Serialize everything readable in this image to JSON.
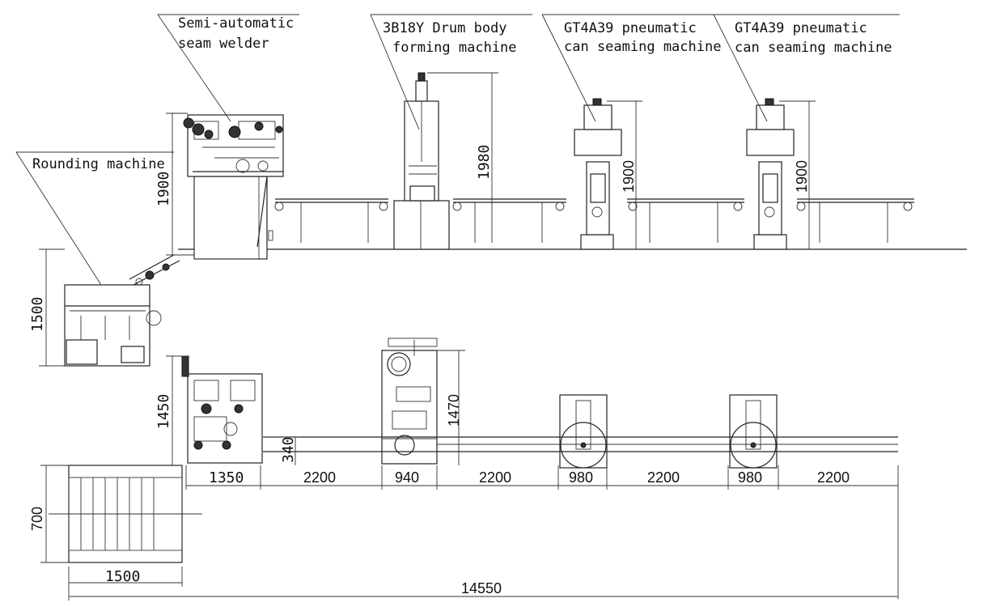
{
  "labels": {
    "semi_welder_1": "Semi-automatic",
    "semi_welder_2": "seam welder",
    "drum_1": "3B18Y Drum body",
    "drum_2": "forming machine",
    "seamer_a_1": "GT4A39 pneumatic",
    "seamer_a_2": "can seaming machine",
    "seamer_b_1": "GT4A39 pneumatic",
    "seamer_b_2": "can seaming machine",
    "rounding": "Rounding machine"
  },
  "dimensions": {
    "welder_height": "1900",
    "drum_height": "1980",
    "seamer_a_height": "1900",
    "seamer_b_height": "1900",
    "rounding_height": "1500",
    "welder_plan_depth": "1450",
    "drum_plan_depth": "1470",
    "offset": "340",
    "rounding_plan_depth": "700",
    "welder_width": "1350",
    "gap_1": "2200",
    "drum_width": "940",
    "gap_2": "2200",
    "seamer_a_width": "980",
    "gap_3": "2200",
    "seamer_b_width": "980",
    "gap_4": "2200",
    "rounding_width": "1500",
    "total_length": "14550"
  }
}
